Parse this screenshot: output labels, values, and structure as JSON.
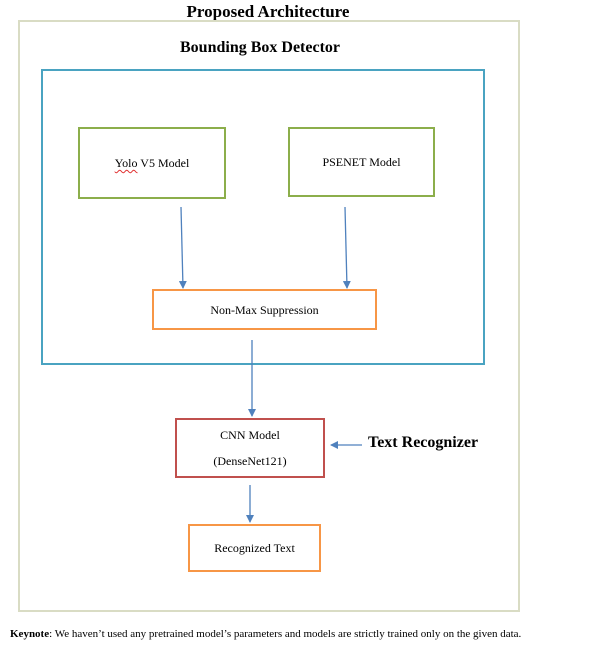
{
  "title": "Proposed Architecture",
  "detector": {
    "title": "Bounding Box Detector",
    "yolo": {
      "prefix": "Yolo",
      "suffix": " V5 Model"
    },
    "psenet": "PSENET Model",
    "nms": "Non-Max Suppression"
  },
  "recognizer": {
    "label": "Text Recognizer",
    "cnn_line1": "CNN Model",
    "cnn_line2": "(DenseNet121)",
    "output": "Recognized Text"
  },
  "keynote": {
    "label": "Keynote",
    "text": ": We haven’t used any pretrained model’s parameters and models are strictly trained only on the given data."
  },
  "colors": {
    "outer_frame": "#d9dcc4",
    "detector_frame": "#4aa3c1",
    "model_border": "#8cae4b",
    "process_border": "#f79646",
    "cnn_border": "#c0504d",
    "arrow": "#4f81bd"
  }
}
